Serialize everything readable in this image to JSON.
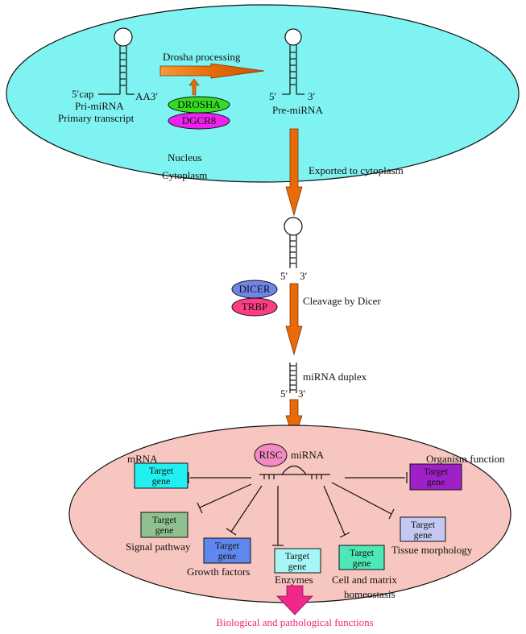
{
  "colors": {
    "nucleus_fill": "#7ff3f1",
    "cell_fill": "#f8c6c0",
    "arrow_orange": "#f07a12",
    "drosha": "#33dd22",
    "dgcr8": "#ee22ee",
    "dicer": "#6f86e8",
    "trbp": "#ff3d86",
    "risc": "#f38bc2",
    "final_arrow": "#f0288a",
    "final_text": "#ee2680"
  },
  "nucleus": {
    "pri_five": "5′cap",
    "pri_three": "AA3′",
    "pri_label": "Pri-miRNA",
    "pri_sub": "Primary transcript",
    "drosha_processing": "Drosha  processing",
    "drosha": "DROSHA",
    "dgcr8": "DGCR8",
    "pre_five": "5′",
    "pre_three": "3′",
    "pre_label": "Pre-miRNA",
    "nucleus_label": "Nucleus"
  },
  "cytoplasm": {
    "cytoplasm_label": "Cytoplasm",
    "exported": "Exported to cytoplasm",
    "hp_five": "5′",
    "hp_three": "3′",
    "dicer": "DICER",
    "trbp": "TRBP",
    "cleavage": "Cleavage by Dicer",
    "duplex": "miRNA duplex",
    "duplex_five": "5′",
    "duplex_three": "3′"
  },
  "cell": {
    "risc": "RISC",
    "mirna": "miRNA",
    "mrna": "mRNA",
    "organism": "Organism function",
    "target_line1": "Target",
    "target_line2": "gene",
    "signal": "Signal pathway",
    "growth": "Growth factors",
    "enzymes": "Enzymes",
    "matrix1": "Cell and matrix",
    "matrix2": "homeostasis",
    "tissue": "Tissue morphology",
    "box_colors": {
      "mrna": "#22f0f0",
      "organism": "#a020c8",
      "signal": "#8fc08f",
      "growth": "#5f88ee",
      "enzymes": "#a6f6f6",
      "matrix": "#4de8b8",
      "tissue": "#c6c8f4"
    }
  },
  "final": {
    "label": "Biological and pathological functions"
  }
}
